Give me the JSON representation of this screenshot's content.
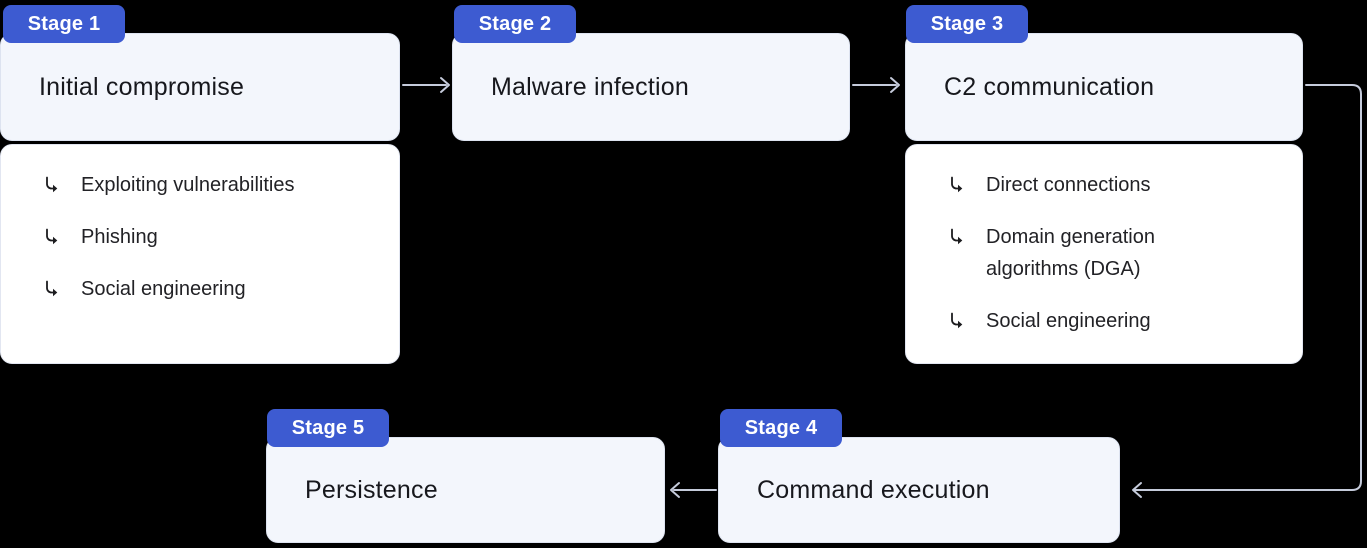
{
  "colors": {
    "accent": "#3d5bd1",
    "badge-text": "#ffffff",
    "card-bg": "#f3f6fc",
    "card-border": "#dde3f0",
    "subcard-bg": "#ffffff",
    "subcard-border": "#e2e6f1",
    "title": "#17181d",
    "item": "#222226",
    "connector": "#c5cbdb",
    "bullet": "#1c1c1f",
    "background": "#000000"
  },
  "diagram": {
    "type": "flowchart",
    "flow_order": [
      "Stage 1",
      "Stage 2",
      "Stage 3",
      "Stage 4",
      "Stage 5"
    ]
  },
  "stages": [
    {
      "badge": "Stage 1",
      "title": "Initial compromise",
      "items": [
        "Exploiting vulnerabilities",
        "Phishing",
        "Social engineering"
      ]
    },
    {
      "badge": "Stage 2",
      "title": "Malware infection",
      "items": []
    },
    {
      "badge": "Stage 3",
      "title": "C2 communication",
      "items": [
        "Direct connections",
        "Domain generation algorithms (DGA)",
        "Social engineering"
      ]
    },
    {
      "badge": "Stage 4",
      "title": "Command execution",
      "items": []
    },
    {
      "badge": "Stage 5",
      "title": "Persistence",
      "items": []
    }
  ]
}
